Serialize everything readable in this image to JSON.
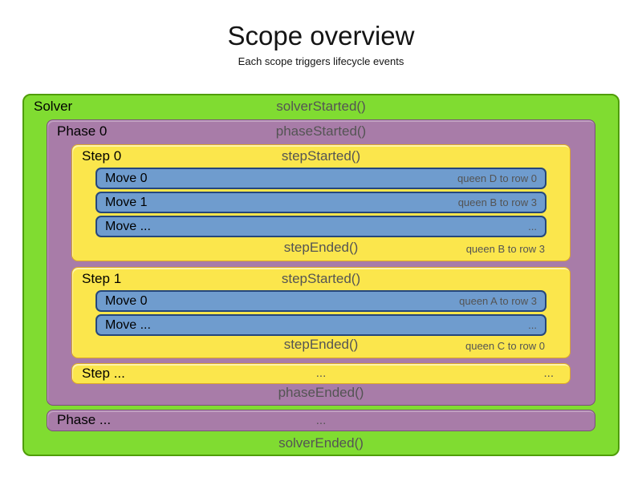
{
  "title": "Scope overview",
  "subtitle": "Each scope triggers lifecycle events",
  "colors": {
    "solver_fill": "#80dc31",
    "solver_border": "#4f9d08",
    "phase_fill": "#a87ca8",
    "phase_border": "#7a4e7a",
    "step_fill": "#fbe64c",
    "step_border": "#dda827",
    "move_fill": "#6f9cce",
    "move_border": "#25477c",
    "event_text": "#545454"
  },
  "solver": {
    "label": "Solver",
    "started": "solverStarted()",
    "ended": "solverEnded()",
    "phases": [
      {
        "label": "Phase 0",
        "started": "phaseStarted()",
        "ended": "phaseEnded()",
        "steps": [
          {
            "label": "Step 0",
            "started": "stepStarted()",
            "ended": "stepEnded()",
            "ended_note": "queen B to row 3",
            "moves": [
              {
                "label": "Move 0",
                "note": "queen D to row 0"
              },
              {
                "label": "Move 1",
                "note": "queen B to row 3"
              },
              {
                "label": "Move ...",
                "note": "..."
              }
            ]
          },
          {
            "label": "Step 1",
            "started": "stepStarted()",
            "ended": "stepEnded()",
            "ended_note": "queen C to row 0",
            "moves": [
              {
                "label": "Move 0",
                "note": "queen A to row 3"
              },
              {
                "label": "Move ...",
                "note": "..."
              }
            ]
          },
          {
            "label": "Step ...",
            "center_ellipsis": "...",
            "right_ellipsis": "..."
          }
        ]
      },
      {
        "label": "Phase ...",
        "center_ellipsis": "..."
      }
    ]
  }
}
